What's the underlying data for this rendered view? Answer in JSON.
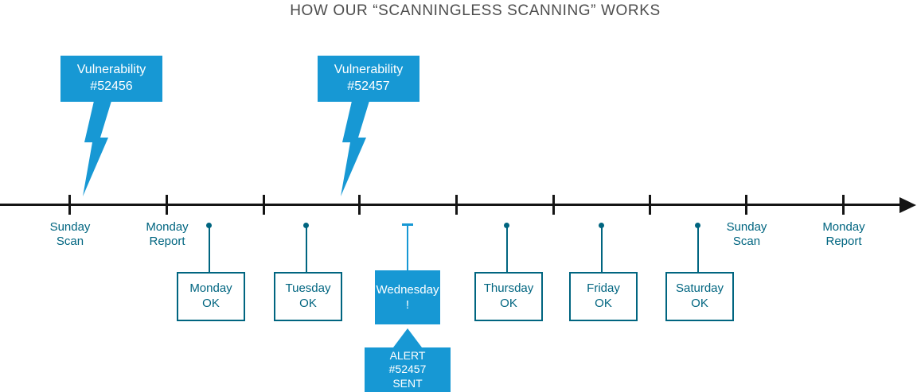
{
  "title": "HOW OUR “SCANNINGLESS SCANNING” WORKS",
  "colors": {
    "accent_blue": "#1798d4",
    "teal_text": "#006580",
    "timeline_black": "#141414",
    "title_gray": "#4d4d4d"
  },
  "vulnerability_callouts": [
    {
      "line1": "Vulnerability",
      "line2": "#52456"
    },
    {
      "line1": "Vulnerability",
      "line2": "#52457"
    }
  ],
  "timeline": {
    "labels": [
      {
        "line1": "Sunday",
        "line2": "Scan"
      },
      {
        "line1": "Monday",
        "line2": "Report"
      },
      {
        "line1": "Sunday",
        "line2": "Scan"
      },
      {
        "line1": "Monday",
        "line2": "Report"
      }
    ]
  },
  "days": [
    {
      "name": "Monday",
      "status": "OK"
    },
    {
      "name": "Tuesday",
      "status": "OK"
    },
    {
      "name": "Wednesday",
      "status": "!"
    },
    {
      "name": "Thursday",
      "status": "OK"
    },
    {
      "name": "Friday",
      "status": "OK"
    },
    {
      "name": "Saturday",
      "status": "OK"
    }
  ],
  "alert": {
    "line1": "ALERT",
    "line2": "#52457",
    "line3": "SENT"
  }
}
